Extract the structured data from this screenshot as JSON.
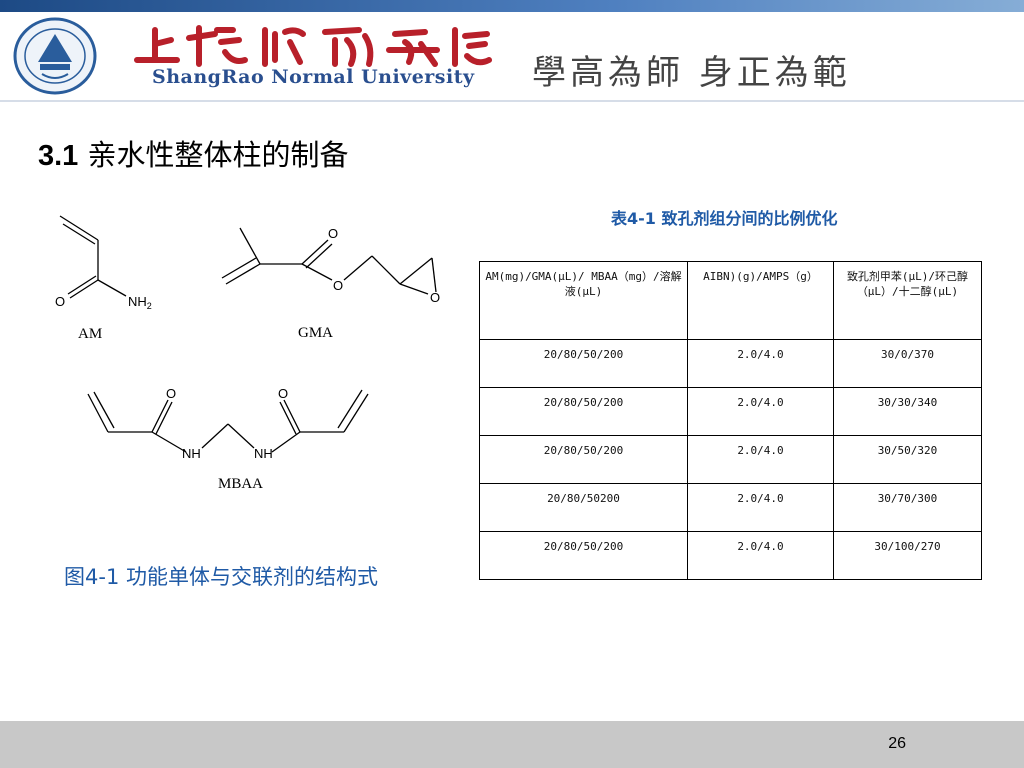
{
  "header": {
    "university_cn": "上饶师范学院",
    "university_en": "ShangRao Normal University",
    "motto": "學高為師 身正為範"
  },
  "slide": {
    "title_number": "3.1",
    "title_text": "亲水性整体柱的制备",
    "figure_caption": "图4-1 功能单体与交联剂的结构式",
    "page_number": "26"
  },
  "structures": {
    "am": {
      "name": "AM",
      "atom_o": "O",
      "atom_nh2": "NH",
      "atom_nh2_sub": "2"
    },
    "gma": {
      "name": "GMA",
      "atom_o1": "O",
      "atom_o2": "O",
      "atom_o3": "O"
    },
    "mbaa": {
      "name": "MBAA",
      "atom_o1": "O",
      "atom_o2": "O",
      "atom_nh1": "NH",
      "atom_nh2": "NH"
    }
  },
  "table": {
    "caption": "表4-1 致孔剂组分间的比例优化",
    "headers": [
      "AM(mg)/GMA(μL)/ MBAA（mg）/溶解液(μL)",
      "AIBN)(g)/AMPS（g）",
      "致孔剂甲苯(μL)/环己醇（μL）/十二醇(μL)"
    ],
    "rows": [
      [
        "20/80/50/200",
        "2.0/4.0",
        "30/0/370"
      ],
      [
        "20/80/50/200",
        "2.0/4.0",
        "30/30/340"
      ],
      [
        "20/80/50/200",
        "2.0/4.0",
        "30/50/320"
      ],
      [
        "20/80/50200",
        "2.0/4.0",
        "30/70/300"
      ],
      [
        "20/80/50/200",
        "2.0/4.0",
        "30/100/270"
      ]
    ]
  }
}
